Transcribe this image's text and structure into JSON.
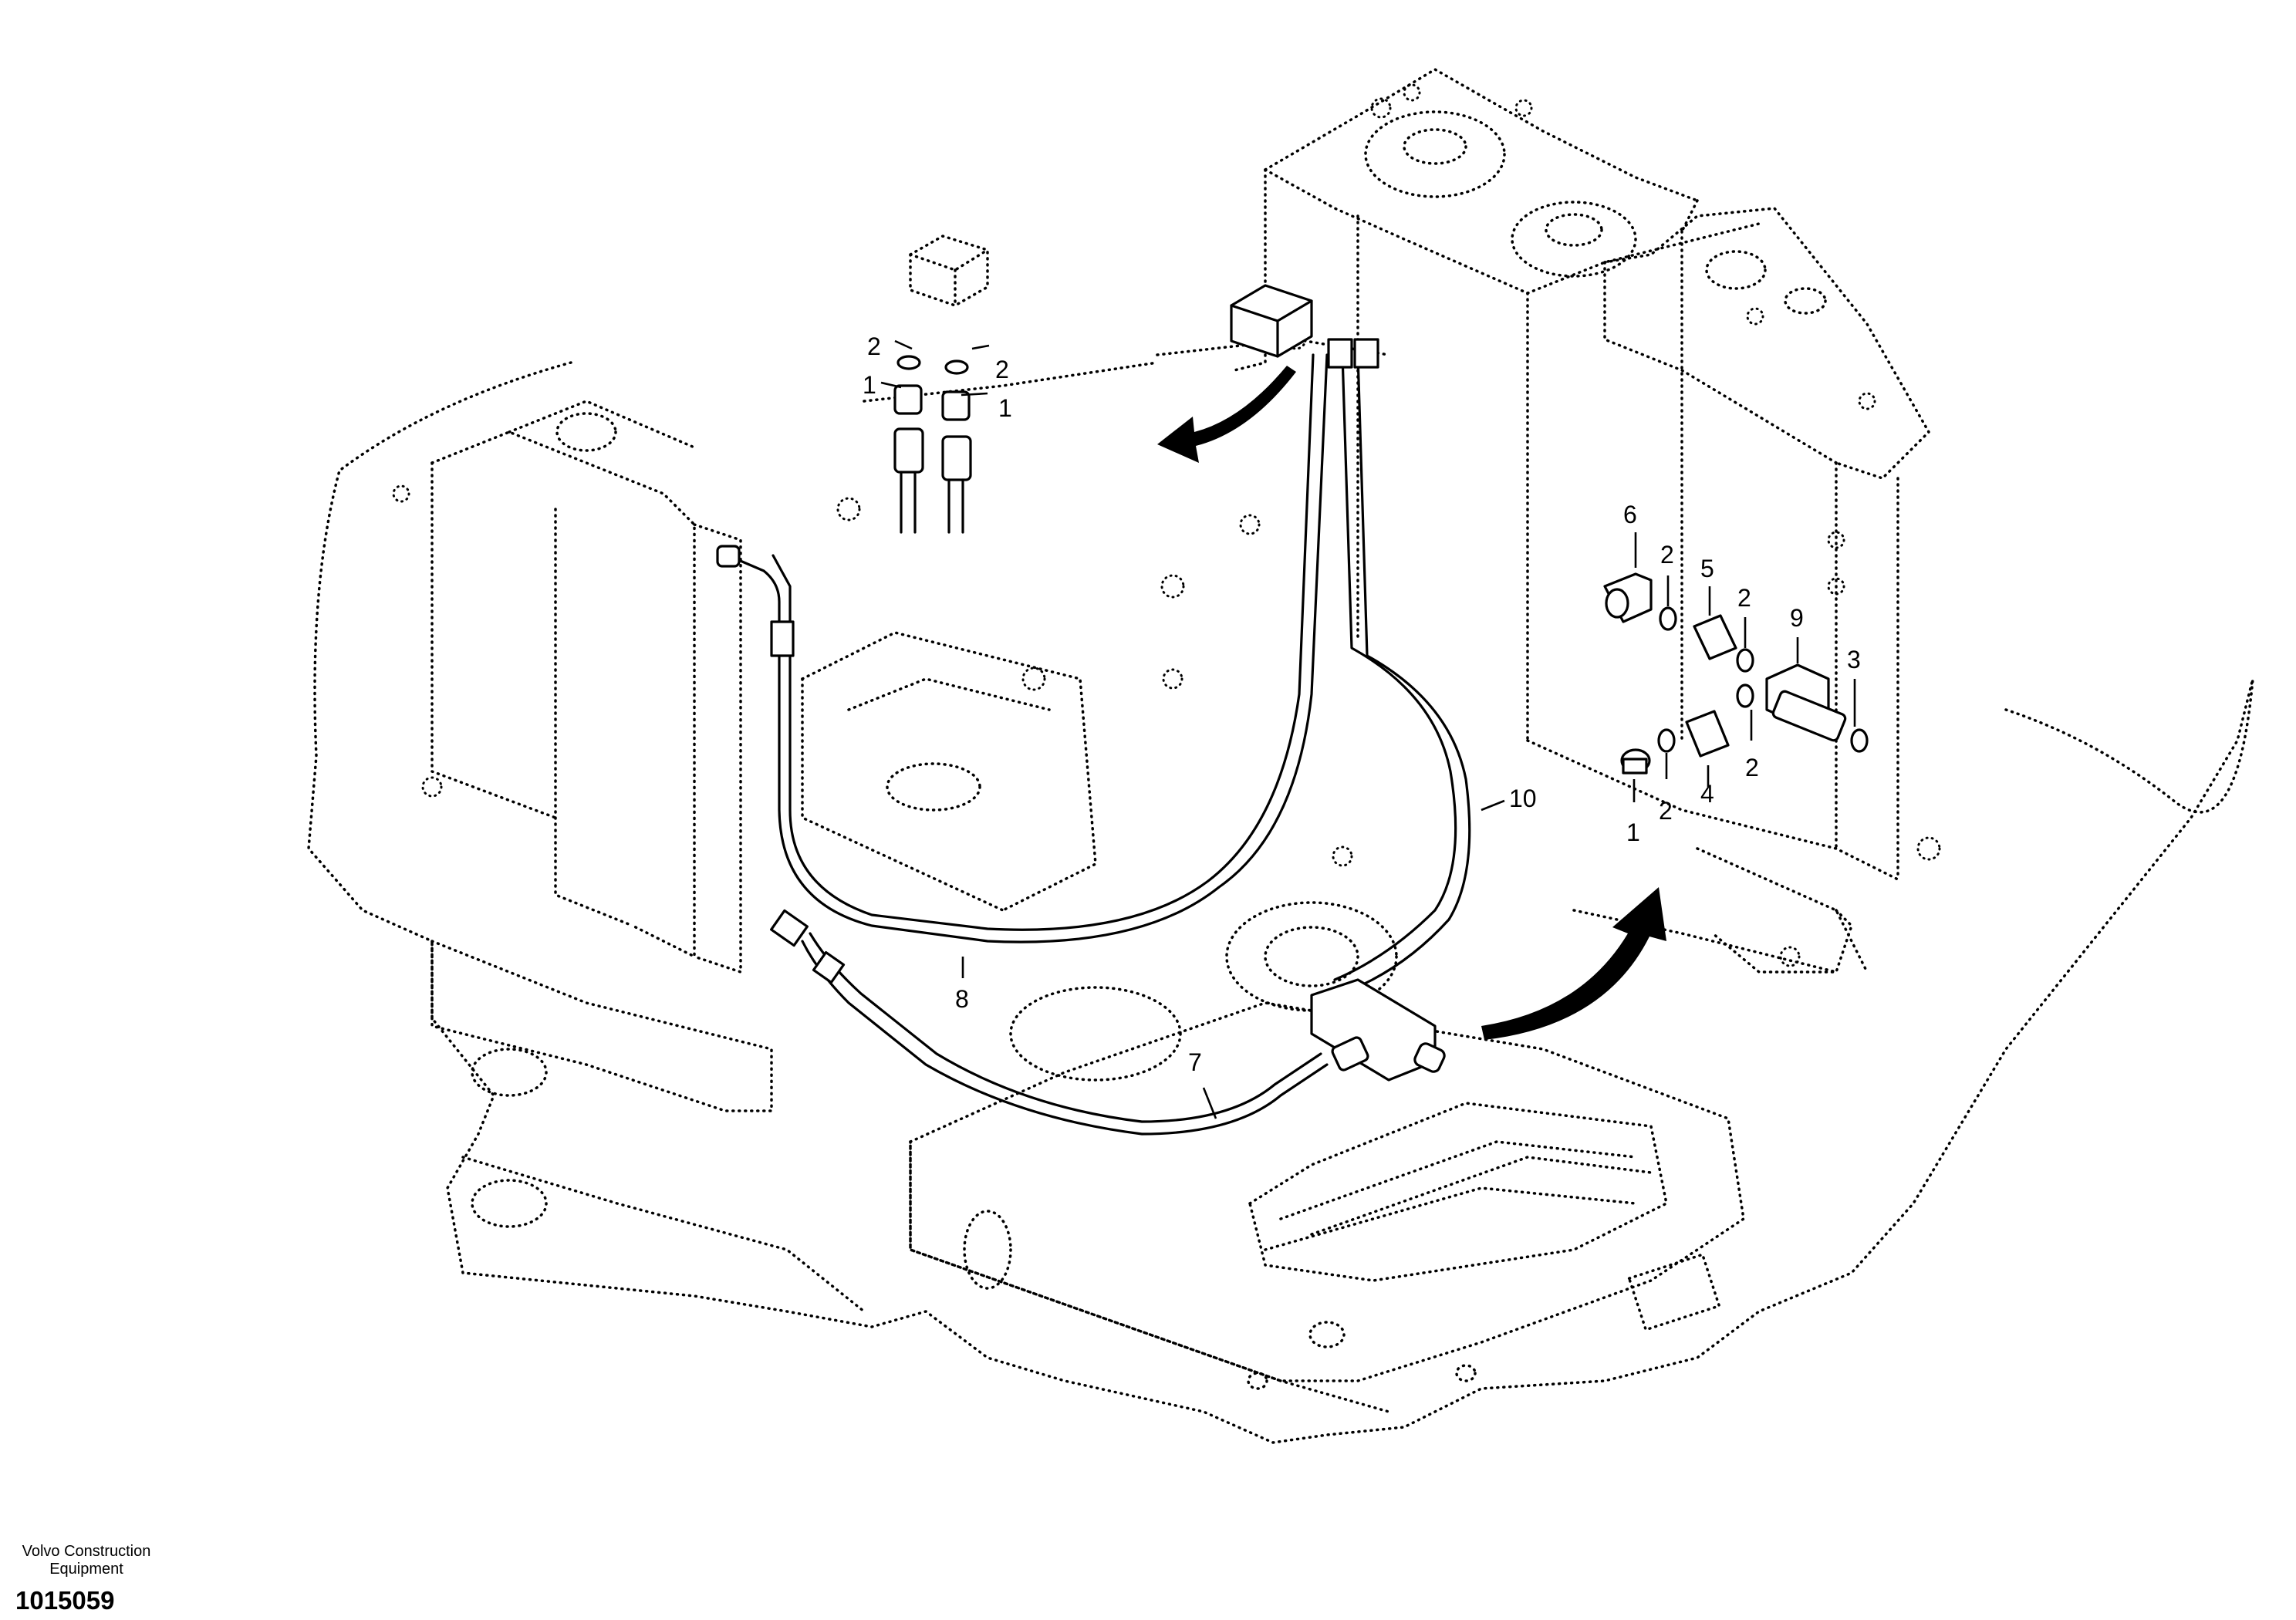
{
  "footer": {
    "brand_line1": "Volvo Construction",
    "brand_line2": "Equipment",
    "drawing_number": "1015059"
  },
  "callouts": {
    "top_left_o_ring": "2",
    "top_left_adapter": "1",
    "top_right_o_ring": "2",
    "top_right_adapter": "1",
    "elbow_6": "6",
    "o_ring_a": "2",
    "part_5": "5",
    "o_ring_b": "2",
    "part_9": "9",
    "part_3": "3",
    "part_1_lower": "1",
    "o_ring_c": "2",
    "part_4": "4",
    "o_ring_d": "2",
    "hose_10": "10",
    "hose_8": "8",
    "hose_7": "7"
  }
}
